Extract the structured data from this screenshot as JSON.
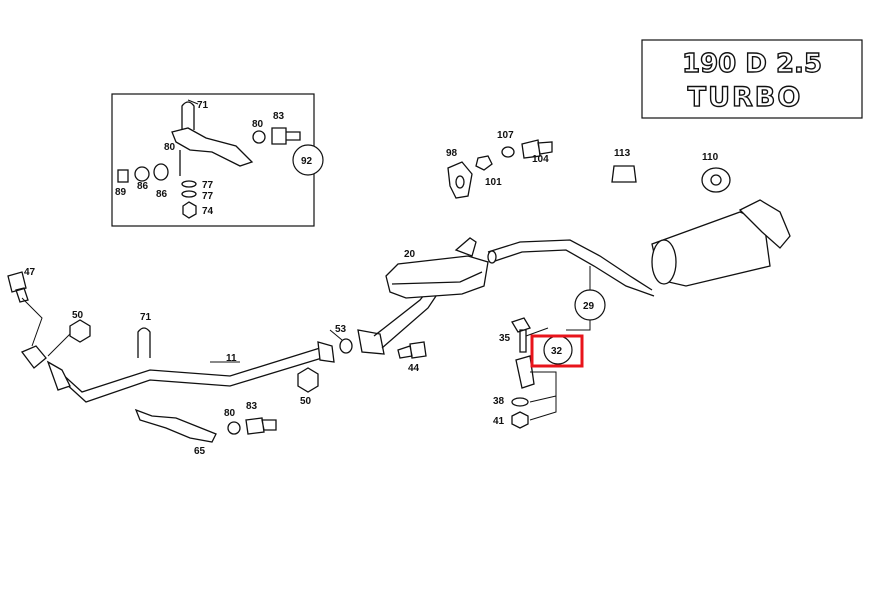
{
  "emblem": {
    "line1": "190 D 2.5",
    "line2": "TURBO"
  },
  "labels": {
    "p71a": "71",
    "p80a": "80",
    "p83a": "83",
    "p92": "92",
    "p80b": "80",
    "p89": "89",
    "p86a": "86",
    "p86b": "86",
    "p77a": "77",
    "p77b": "77",
    "p74": "74",
    "p98": "98",
    "p107": "107",
    "p104": "104",
    "p101": "101",
    "p113": "113",
    "p110": "110",
    "p20": "20",
    "p47": "47",
    "p50a": "50",
    "p71b": "71",
    "p11": "11",
    "p53": "53",
    "p44": "44",
    "p50b": "50",
    "p80c": "80",
    "p83b": "83",
    "p65": "65",
    "p29": "29",
    "p35": "35",
    "p32": "32",
    "p38": "38",
    "p41": "41"
  },
  "highlight": {
    "part": "32",
    "color": "#e8141b"
  }
}
